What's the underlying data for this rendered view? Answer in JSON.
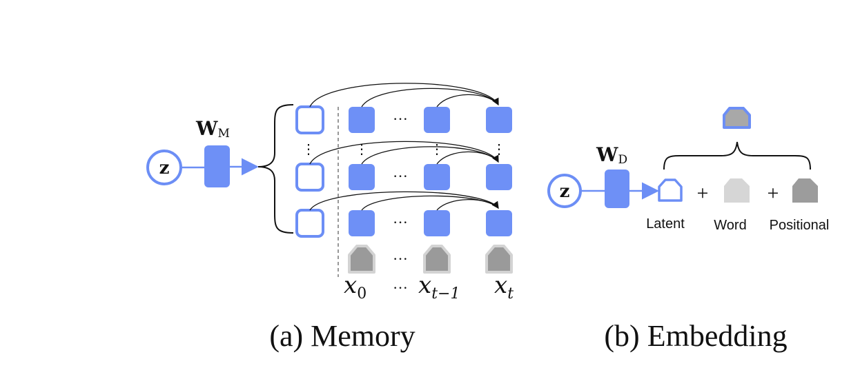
{
  "colors": {
    "blue": "#6c8ef5",
    "blue_fill": "#6e90f6",
    "gray_token": "#9a9a9a",
    "gray_token_border": "#d3d3d3",
    "word_gray": "#d6d6d6",
    "positional_gray": "#9c9c9c",
    "text": "#111111"
  },
  "memory": {
    "z_label": "z",
    "weight_label": "W",
    "weight_sub": "M",
    "dots_h": "···",
    "x_labels": [
      {
        "base": "x",
        "sub": "0"
      },
      {
        "base": "x",
        "sub": "t−1"
      },
      {
        "base": "x",
        "sub": "t"
      }
    ],
    "x_dots": "···",
    "caption": "(a) Memory"
  },
  "embedding": {
    "z_label": "z",
    "weight_label": "W",
    "weight_sub": "D",
    "plus": "+",
    "labels": {
      "latent": "Latent",
      "word": "Word",
      "positional": "Positional"
    },
    "caption": "(b) Embedding"
  }
}
